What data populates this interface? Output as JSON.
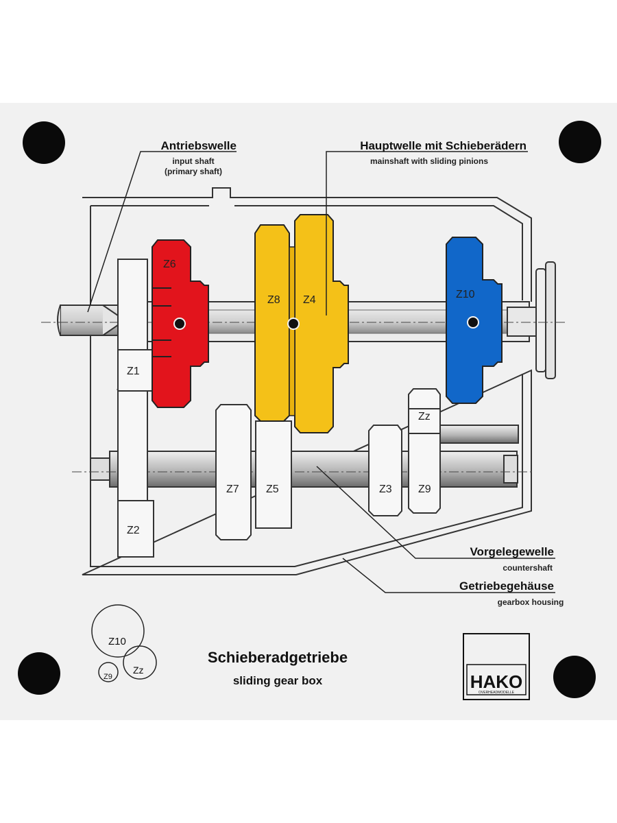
{
  "labels": {
    "input_shaft": {
      "de": "Antriebswelle",
      "en_1": "input shaft",
      "en_2": "(primary shaft)"
    },
    "main_shaft": {
      "de": "Hauptwelle mit Schieberädern",
      "en": "mainshaft with sliding pinions"
    },
    "countershaft": {
      "de": "Vorgelegewelle",
      "en": "countershaft"
    },
    "housing": {
      "de": "Getriebegehäuse",
      "en": "gearbox housing"
    }
  },
  "gears": {
    "z6": "Z6",
    "z8": "Z8",
    "z4": "Z4",
    "z10": "Z10",
    "z1": "Z1",
    "z2": "Z2",
    "z7": "Z7",
    "z5": "Z5",
    "z3": "Z3",
    "z9": "Z9",
    "zz": "Zz"
  },
  "inset": {
    "z10": "Z10",
    "z9": "Z9",
    "zz": "Zz"
  },
  "title": {
    "de": "Schieberadgetriebe",
    "en": "sliding gear box"
  },
  "logo": {
    "brand": "HAKO",
    "sub": "OVERHEADMODELLE"
  },
  "colors": {
    "red": "#e2141c",
    "yellow": "#f4c118",
    "blue": "#1167c9",
    "hole": "#0a0a0a",
    "background": "#f1f1f1"
  }
}
